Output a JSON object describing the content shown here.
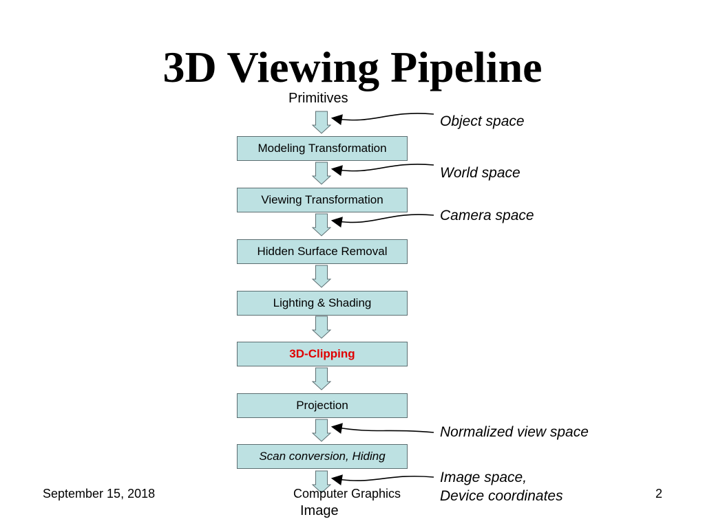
{
  "title": "3D Viewing Pipeline",
  "input_label": "Primitives",
  "output_label": "Image",
  "stages": [
    {
      "label": "Modeling Transformation",
      "style": "normal"
    },
    {
      "label": "Viewing Transformation",
      "style": "normal"
    },
    {
      "label": "Hidden Surface Removal",
      "style": "normal"
    },
    {
      "label": "Lighting & Shading",
      "style": "normal"
    },
    {
      "label": "3D-Clipping",
      "style": "highlight"
    },
    {
      "label": "Projection",
      "style": "normal"
    },
    {
      "label": "Scan conversion, Hiding",
      "style": "italic"
    }
  ],
  "spaces": [
    {
      "text": "Object space",
      "at_arrow": 0
    },
    {
      "text": "World space",
      "at_arrow": 1
    },
    {
      "text": "Camera space",
      "at_arrow": 2
    },
    {
      "text": "Normalized view space",
      "at_arrow": 6
    },
    {
      "text": "Image space,\nDevice coordinates",
      "at_arrow": 7
    }
  ],
  "footer": {
    "date": "September 15, 2018",
    "course": "Computer Graphics",
    "page": "2"
  },
  "colors": {
    "box_fill": "#bde1e2",
    "arrow_fill": "#bde1e2",
    "highlight_text": "#e00000",
    "outline": "#5b6d70"
  }
}
